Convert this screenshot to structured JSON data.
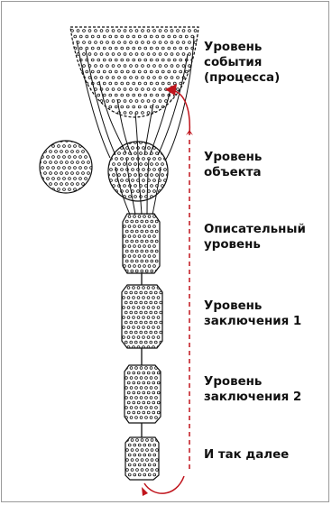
{
  "levels": [
    {
      "id": "event",
      "label": "Уровень\nсобытия\n(процесса)"
    },
    {
      "id": "object",
      "label": "Уровень\nобъекта"
    },
    {
      "id": "descriptive",
      "label": "Описательный\nуровень"
    },
    {
      "id": "inference1",
      "label": "Уровень\nзаключения 1"
    },
    {
      "id": "inference2",
      "label": "Уровень\nзаключения 2"
    },
    {
      "id": "etc",
      "label": "И так далее"
    }
  ],
  "colors": {
    "arrow": "#c0141c",
    "ink": "#111111",
    "frame": "#9a9a9a"
  }
}
